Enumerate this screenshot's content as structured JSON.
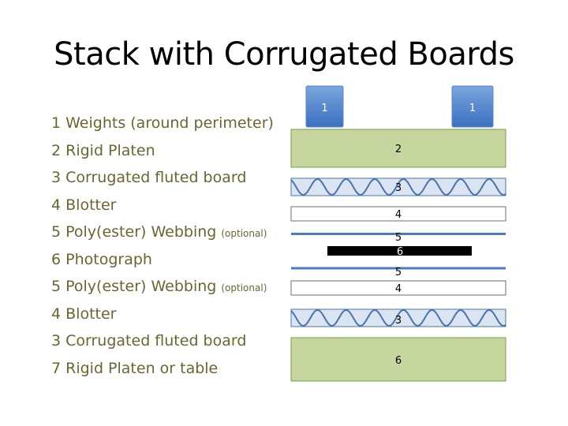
{
  "title": "Stack with Corrugated Boards",
  "legend": [
    {
      "text": "1 Weights (around perimeter)",
      "optional": ""
    },
    {
      "text": "2 Rigid Platen",
      "optional": ""
    },
    {
      "text": "3 Corrugated fluted board",
      "optional": ""
    },
    {
      "text": "4 Blotter",
      "optional": ""
    },
    {
      "text": "5 Poly(ester) Webbing ",
      "optional": "(optional)"
    },
    {
      "text": "6 Photograph",
      "optional": ""
    },
    {
      "text": "5 Poly(ester) Webbing ",
      "optional": "(optional)"
    },
    {
      "text": "4 Blotter",
      "optional": ""
    },
    {
      "text": "3 Corrugated fluted board",
      "optional": ""
    },
    {
      "text": "7 Rigid Platen or table",
      "optional": ""
    }
  ],
  "layers": [
    {
      "name": "weight-left",
      "kind": "weight",
      "label": "1"
    },
    {
      "name": "weight-right",
      "kind": "weight",
      "label": "1"
    },
    {
      "name": "platen-top",
      "kind": "platen",
      "label": "2"
    },
    {
      "name": "corrugated-top",
      "kind": "corrugated",
      "label": "3"
    },
    {
      "name": "blotter-top",
      "kind": "blotter",
      "label": "4"
    },
    {
      "name": "webbing-top",
      "kind": "webbing",
      "label": "5"
    },
    {
      "name": "photograph",
      "kind": "photo",
      "label": "6"
    },
    {
      "name": "webbing-bottom",
      "kind": "webbing",
      "label": "5"
    },
    {
      "name": "blotter-bottom",
      "kind": "blotter",
      "label": "4"
    },
    {
      "name": "corrugated-bottom",
      "kind": "corrugated",
      "label": "3"
    },
    {
      "name": "platen-bottom",
      "kind": "platen",
      "label": "6"
    }
  ],
  "colors": {
    "weight_top": "#79a6dc",
    "weight_bottom": "#3c6fc0",
    "platen": "#c6d69e",
    "platen_border": "#7a9a4a",
    "corrugated_fill": "#dbe4f1",
    "wave": "#4a74ad",
    "blotter_border": "#6e6e6e",
    "webbing": "#4a7cc0",
    "photo": "#000000",
    "legend_text": "#6b6530"
  }
}
